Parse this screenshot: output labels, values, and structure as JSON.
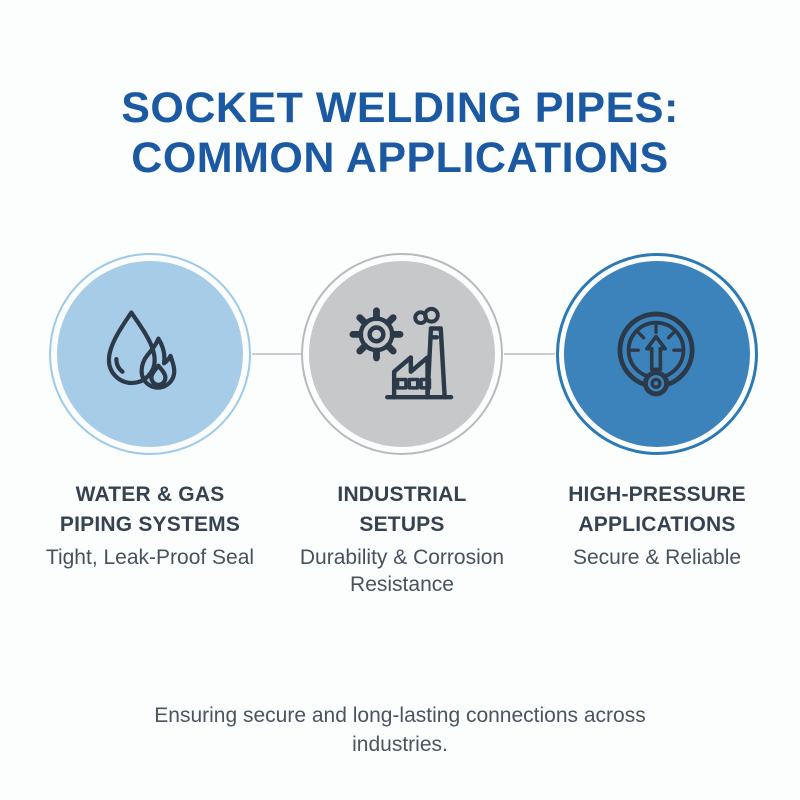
{
  "title": "SOCKET WELDING PIPES:\nCOMMON APPLICATIONS",
  "cards": [
    {
      "icon": "water-flame-icon",
      "title": "WATER & GAS\nPIPING SYSTEMS",
      "subtitle": "Tight, Leak-Proof Seal",
      "fill": "#a7cce7",
      "ring": "#9ccae8"
    },
    {
      "icon": "factory-gear-icon",
      "title": "INDUSTRIAL\nSETUPS",
      "subtitle": "Durability & Corrosion\nResistance",
      "fill": "#c7c8c9",
      "ring": "#b7babc"
    },
    {
      "icon": "pressure-gauge-icon",
      "title": "HIGH-PRESSURE\nAPPLICATIONS",
      "subtitle": "Secure & Reliable",
      "fill": "#3c83bb",
      "ring": "#2b7ab6"
    }
  ],
  "footer": "Ensuring secure and long-lasting connections across\nindustries.",
  "colors": {
    "title_blue": "#1b5aa3",
    "label_dark": "#364250",
    "label_sub": "#46525e",
    "footer_text": "#4a5560",
    "icon_stroke": "#2b3949",
    "connector": "#c9cdd1",
    "background": "#fcfdfd"
  }
}
